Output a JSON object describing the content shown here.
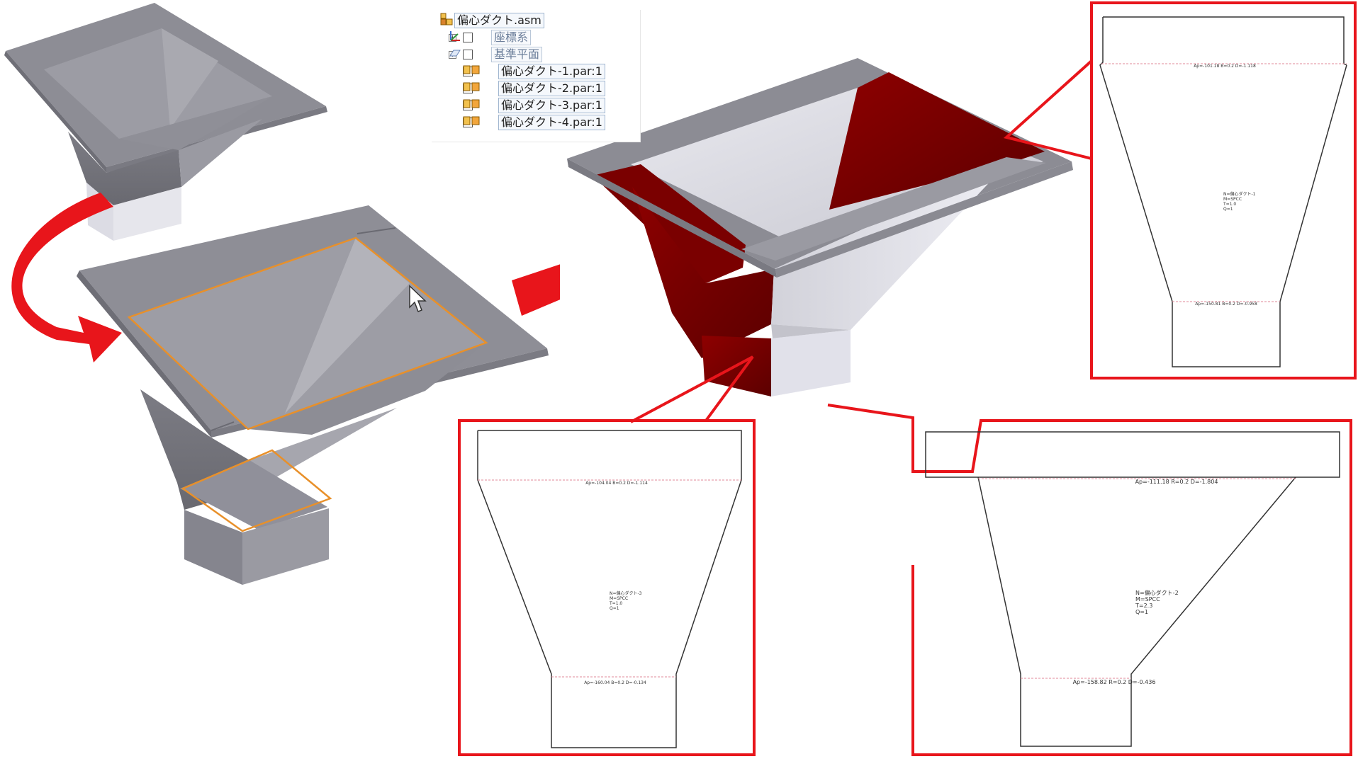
{
  "tree": {
    "root_label": "偏心ダクト.asm",
    "items": [
      {
        "label": "座標系",
        "checked": false,
        "expandable": true
      },
      {
        "label": "基準平面",
        "checked": false,
        "expandable": true
      },
      {
        "label": "偏心ダクト-1.par:1",
        "checked": true,
        "expandable": false
      },
      {
        "label": "偏心ダクト-2.par:1",
        "checked": true,
        "expandable": false
      },
      {
        "label": "偏心ダクト-3.par:1",
        "checked": true,
        "expandable": false
      },
      {
        "label": "偏心ダクト-4.par:1",
        "checked": true,
        "expandable": false
      }
    ]
  },
  "flat_patterns": {
    "top_right": {
      "top_dim": "Ap=-101.18 B=0.2 D=-1.118",
      "bottom_dim": "Ap=-150.81 B=0.2 D=-0.958",
      "info_lines": [
        "N=偏心ダクト-1",
        "M=SPCC",
        "T=1.0",
        "Q=1"
      ]
    },
    "bottom_left": {
      "top_dim": "Ap=-104.04 B=0.2 D=-1.114",
      "bottom_dim": "Ap=-160.04 B=0.2 D=-0.134",
      "info_lines": [
        "N=偏心ダクト-3",
        "M=SPCC",
        "T=1.0",
        "Q=1"
      ]
    },
    "bottom_right": {
      "top_dim": "Ap=-111.18 R=0.2 D=-1.804",
      "bottom_dim": "Ap=-158.82 R=0.2 D=-0.436",
      "info_lines": [
        "N=偏心ダクト-2",
        "M=SPCC",
        "T=2.3",
        "Q=1"
      ]
    }
  },
  "colors": {
    "callout_red": "#e8151b",
    "highlight_red": "#8a0000",
    "selection_orange": "#e8902a",
    "metal_gray": "#8c8c94"
  },
  "icons": [
    "assembly-icon",
    "coordinate-system-icon",
    "reference-plane-icon",
    "part-icon",
    "mouse-cursor-icon",
    "curved-arrow-icon",
    "right-arrow-icon"
  ]
}
